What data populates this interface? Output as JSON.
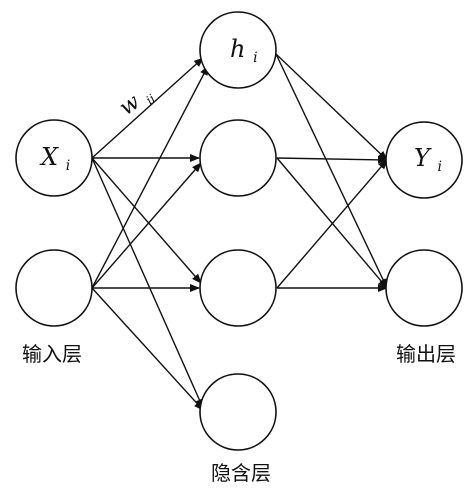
{
  "diagram": {
    "labels": {
      "input_layer": "输入层",
      "hidden_layer": "隐含层",
      "output_layer": "输出层"
    },
    "nodes": {
      "input_x": {
        "base": "X",
        "sub": "i"
      },
      "hidden_h": {
        "base": "h",
        "sub": "i"
      },
      "output_y": {
        "base": "Y",
        "sub": "i"
      }
    },
    "weight": {
      "base": "w",
      "sub": "ii"
    }
  }
}
